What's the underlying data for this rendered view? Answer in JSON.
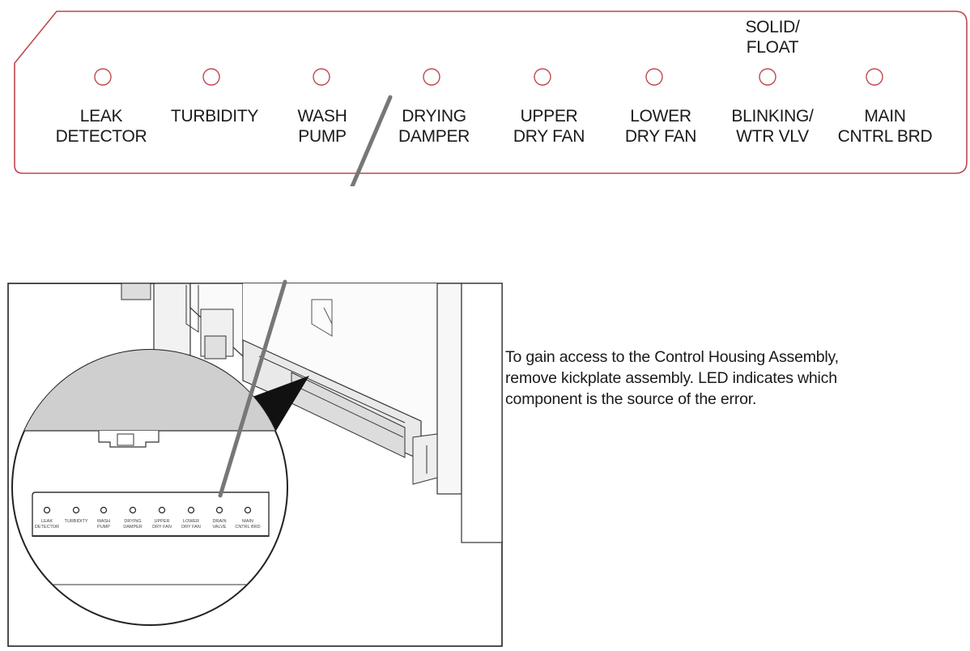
{
  "led_panel": {
    "indicators": [
      {
        "lines": [
          "LEAK",
          "DETECTOR"
        ]
      },
      {
        "lines": [
          "TURBIDITY"
        ]
      },
      {
        "lines": [
          "WASH",
          "PUMP"
        ]
      },
      {
        "lines": [
          "DRYING",
          "DAMPER"
        ]
      },
      {
        "lines": [
          "UPPER",
          "DRY FAN"
        ]
      },
      {
        "lines": [
          "LOWER",
          "DRY FAN"
        ]
      },
      {
        "lines": [
          "BLINKING/",
          "WTR VLV"
        ],
        "top_lines": [
          "SOLID/",
          "FLOAT"
        ]
      },
      {
        "lines": [
          "MAIN",
          "CNTRL BRD"
        ]
      }
    ],
    "border_color": "#c0474e"
  },
  "mini_panel": {
    "labels": [
      [
        "LEAK",
        "DETECTOR"
      ],
      [
        "TURBIDITY"
      ],
      [
        "WASH",
        "PUMP"
      ],
      [
        "DRYING",
        "DAMPER"
      ],
      [
        "UPPER",
        "DRY FAN"
      ],
      [
        "LOWER",
        "DRY FAN"
      ],
      [
        "DRAIN",
        "VALVE"
      ],
      [
        "MAIN",
        "CNTRL BRD"
      ]
    ]
  },
  "caption": {
    "lines": [
      "To gain access to the Control Housing Assembly,",
      "remove kickplate assembly.  LED indicates which",
      "component is the source of the error."
    ]
  }
}
